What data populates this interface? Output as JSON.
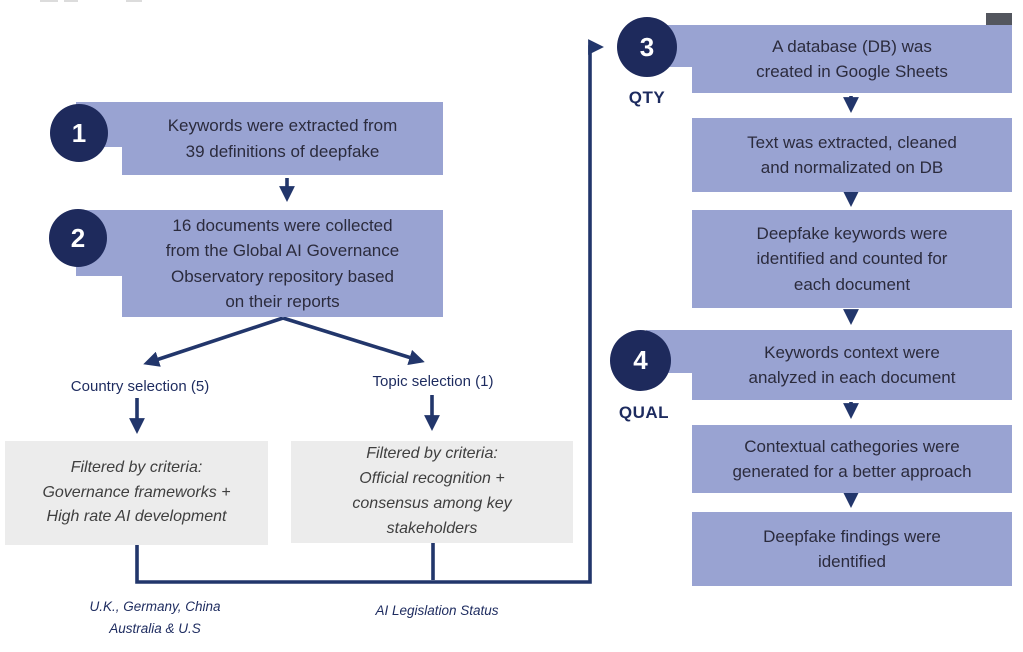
{
  "palette": {
    "box_fill": "#99a3d2",
    "circle_fill": "#1e2a5c",
    "line_color": "#22366b",
    "box_text": "#2b2b3d",
    "gray_box_fill": "#ececec",
    "gray_box_text": "#3f3f3f",
    "navy_label_text": "#1d2b5f"
  },
  "flow": {
    "step1": {
      "number": "1",
      "text": "Keywords were extracted from\n39 definitions of deepfake"
    },
    "step2": {
      "number": "2",
      "text": "16 documents were collected\nfrom the Global AI Governance\nObservatory repository based\non their reports"
    },
    "branch_left": {
      "label": "Country selection (5)",
      "criteria": "Filtered by criteria:\nGovernance frameworks +\nHigh rate AI development",
      "outcome": "U.K., Germany, China\nAustralia & U.S"
    },
    "branch_right": {
      "label": "Topic selection (1)",
      "criteria": "Filtered by criteria:\nOfficial recognition +\nconsensus among key\nstakeholders",
      "outcome": "AI Legislation Status"
    },
    "step3": {
      "number": "3",
      "label": "QTY",
      "boxes": [
        "A database (DB) was\ncreated in Google Sheets",
        "Text was extracted, cleaned\nand normalizated on DB",
        "Deepfake keywords were\nidentified and counted for\neach document"
      ]
    },
    "step4": {
      "number": "4",
      "label": "QUAL",
      "boxes": [
        "Keywords context were\nanalyzed in each document",
        "Contextual cathegories were\ngenerated for a better approach",
        "Deepfake findings were\nidentified"
      ]
    }
  }
}
